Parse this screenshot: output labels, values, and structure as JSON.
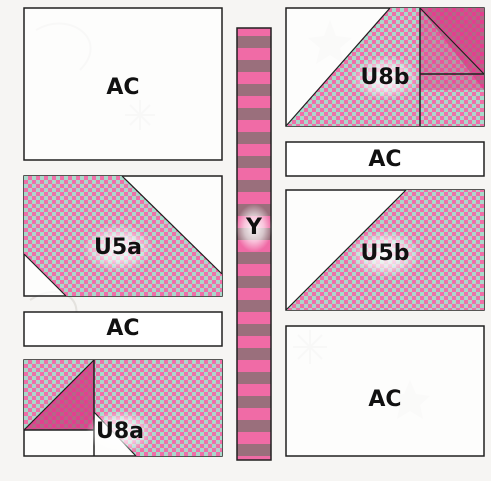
{
  "colors": {
    "background": "#f6f5f3",
    "panel_white": "#ffffff",
    "check_pink": "#ef6fa8",
    "check_mint": "#a9d9cb",
    "deep_pink": "#e33f8f",
    "stripe_pink": "#f06ba6",
    "stripe_mauve": "#9a6f7c",
    "outline": "#202020"
  },
  "pieces": {
    "ac_top_left": "AC",
    "u8b": "U8b",
    "ac_right_mid": "AC",
    "u5a": "U5a",
    "y_strip": "Y",
    "u5b": "U5b",
    "ac_left_mid": "AC",
    "ac_bottom_right": "AC",
    "u8a": "U8a"
  }
}
